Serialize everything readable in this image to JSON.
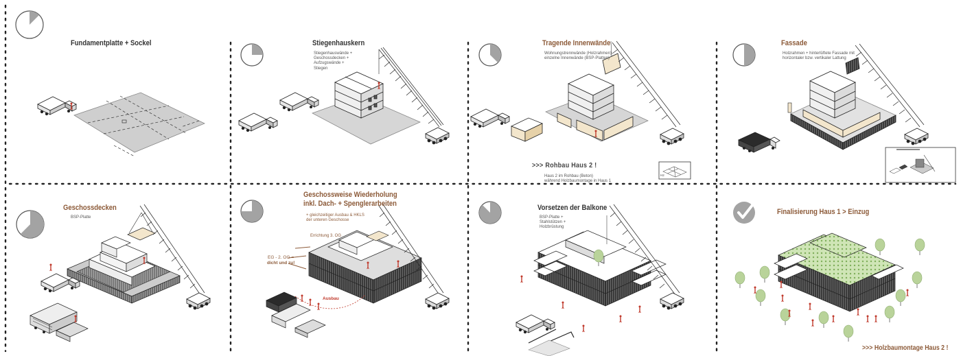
{
  "panels": [
    {
      "title": "Fundamentplatte + Sockel",
      "progress": 0.1,
      "note": ""
    },
    {
      "title": "Stiegenhauskern",
      "progress": 0.25,
      "note": "Stiegenhauswände +\nGeschossdecken +\nAufzugswände +\nStiegen"
    },
    {
      "title": "Tragende Innenwände",
      "progress": 0.375,
      "note": "Wohnungstrennwände (Holzrahmen)\neinzelne Innenwände (BSP-Platten)"
    },
    {
      "title": "Fassade",
      "progress": 0.5,
      "note": "Holzrahmen + hinterlüftete Fassade mit\nhorizontaler bzw. vertikaler Lattung"
    },
    {
      "title": "Geschossdecken",
      "progress": 0.625,
      "note": "BSP-Platte"
    },
    {
      "title": "Geschossweise Wiederholung\ninkl. Dach- + Spenglerarbeiten",
      "progress": 0.75,
      "note": "+ gleichzeitiger Ausbau & HKLS\nder unteren Geschosse"
    },
    {
      "title": "Vorsetzen der Balkone",
      "progress": 0.875,
      "note": "BSP-Platte +\nStahlstützen +\nHolzbrüstung"
    },
    {
      "title": "Finalisierung Haus 1 > Einzug",
      "progress": 1.0,
      "note": ""
    }
  ],
  "annotations": {
    "rohbau_title": ">>>   Rohbau Haus 2 !",
    "rohbau_note_1": "Haus 2 im Rohbau (Beton)",
    "rohbau_note_2": "während Holzbaumontage in Haus 1",
    "errichtung": "Errichtung 3. OG",
    "eg_label": "EG - 2. OG =",
    "dicht_label": "dicht und zu!",
    "ausbau_label": "Ausbau",
    "final_banner": ">>> Holzbaumontage Haus 2 !",
    "h2_label": "H2"
  },
  "colors": {
    "accent_brown": "#8c5a38",
    "pie_fill": "#a3a3a3",
    "figure_red": "#c0392b",
    "tree_green": "#b9d39a",
    "roof_green": "#cfe5b6"
  }
}
